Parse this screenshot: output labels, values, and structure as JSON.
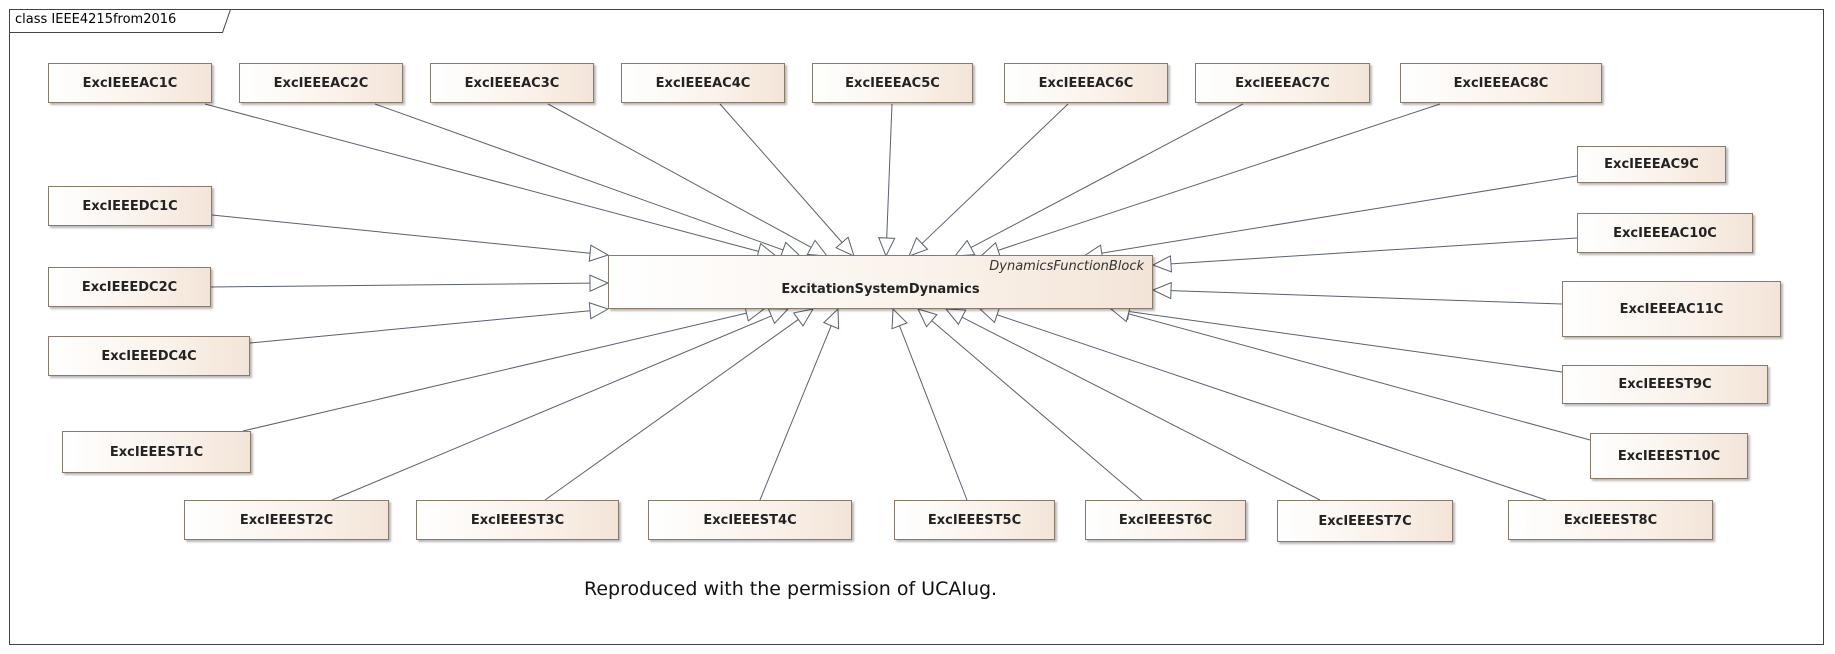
{
  "diagram": {
    "frame_title": "class IEEE4215from2016",
    "parent": {
      "name": "ExcitationSystemDynamics",
      "stereotype": "DynamicsFunctionBlock"
    },
    "classes": [
      "ExcIEEEAC1C",
      "ExcIEEEAC2C",
      "ExcIEEEAC3C",
      "ExcIEEEAC4C",
      "ExcIEEEAC5C",
      "ExcIEEEAC6C",
      "ExcIEEEAC7C",
      "ExcIEEEAC8C",
      "ExcIEEEAC9C",
      "ExcIEEEAC10C",
      "ExcIEEEAC11C",
      "ExcIEEEDC1C",
      "ExcIEEEDC2C",
      "ExcIEEEDC4C",
      "ExcIEEEST1C",
      "ExcIEEEST2C",
      "ExcIEEEST3C",
      "ExcIEEEST4C",
      "ExcIEEEST5C",
      "ExcIEEEST6C",
      "ExcIEEEST7C",
      "ExcIEEEST8C",
      "ExcIEEEST9C",
      "ExcIEEEST10C"
    ],
    "relationship": "generalization",
    "note": "Reproduced with the permission of UCAIug.",
    "colors": {
      "class_fill": "#faf2ea",
      "class_border": "#8a7a6a",
      "edge": "#5a6170",
      "arrowhead_fill": "#ffffff"
    }
  }
}
